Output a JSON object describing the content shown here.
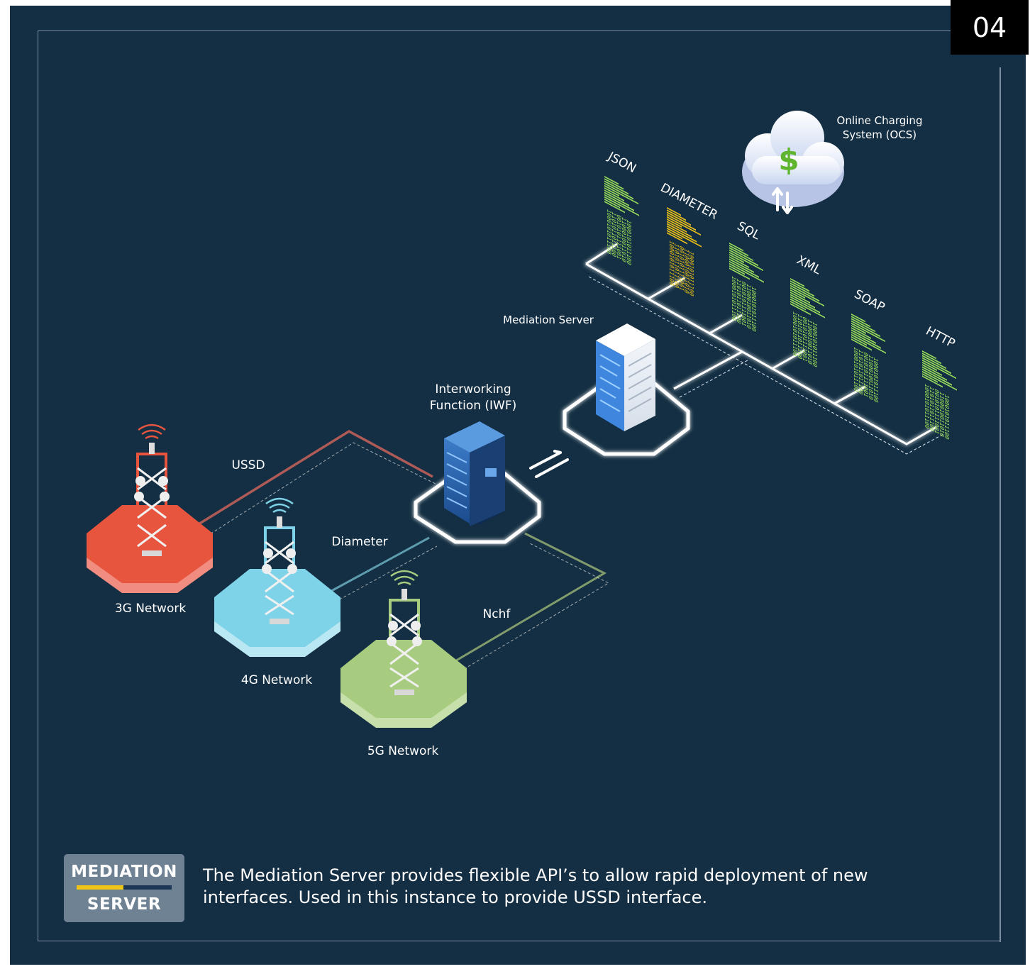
{
  "page_number": "04",
  "labels": {
    "ocs": "Online Charging System (OCS)",
    "mediation_server": "Mediation Server",
    "iwf": "Interworking Function (IWF)",
    "ussd": "USSD",
    "diameter_link": "Diameter",
    "nchf": "Nchf",
    "net_3g": "3G Network",
    "net_4g": "4G Network",
    "net_5g": "5G Network"
  },
  "protocols": [
    "JSON",
    "DIAMETER",
    "SQL",
    "XML",
    "SOAP",
    "HTTP"
  ],
  "binary_lines": [
    "1000101011100",
    "1101011011100",
    "0010101111001",
    "1100010011010",
    "1000101011100"
  ],
  "badge": {
    "line1": "MEDIATION",
    "line2": "SERVER"
  },
  "description": "The Mediation Server provides flexible API’s to allow rapid deployment of new interfaces. Used in this instance to provide USSD interface.",
  "colors": {
    "background": "#142f43",
    "net_3g": "#e8553f",
    "net_4g": "#7fd3e8",
    "net_5g": "#a8cc7f",
    "code_green": "#9be05a",
    "code_yellow": "#f2c415",
    "badge_yellow": "#f2c415",
    "badge_navy": "#1c3656"
  }
}
